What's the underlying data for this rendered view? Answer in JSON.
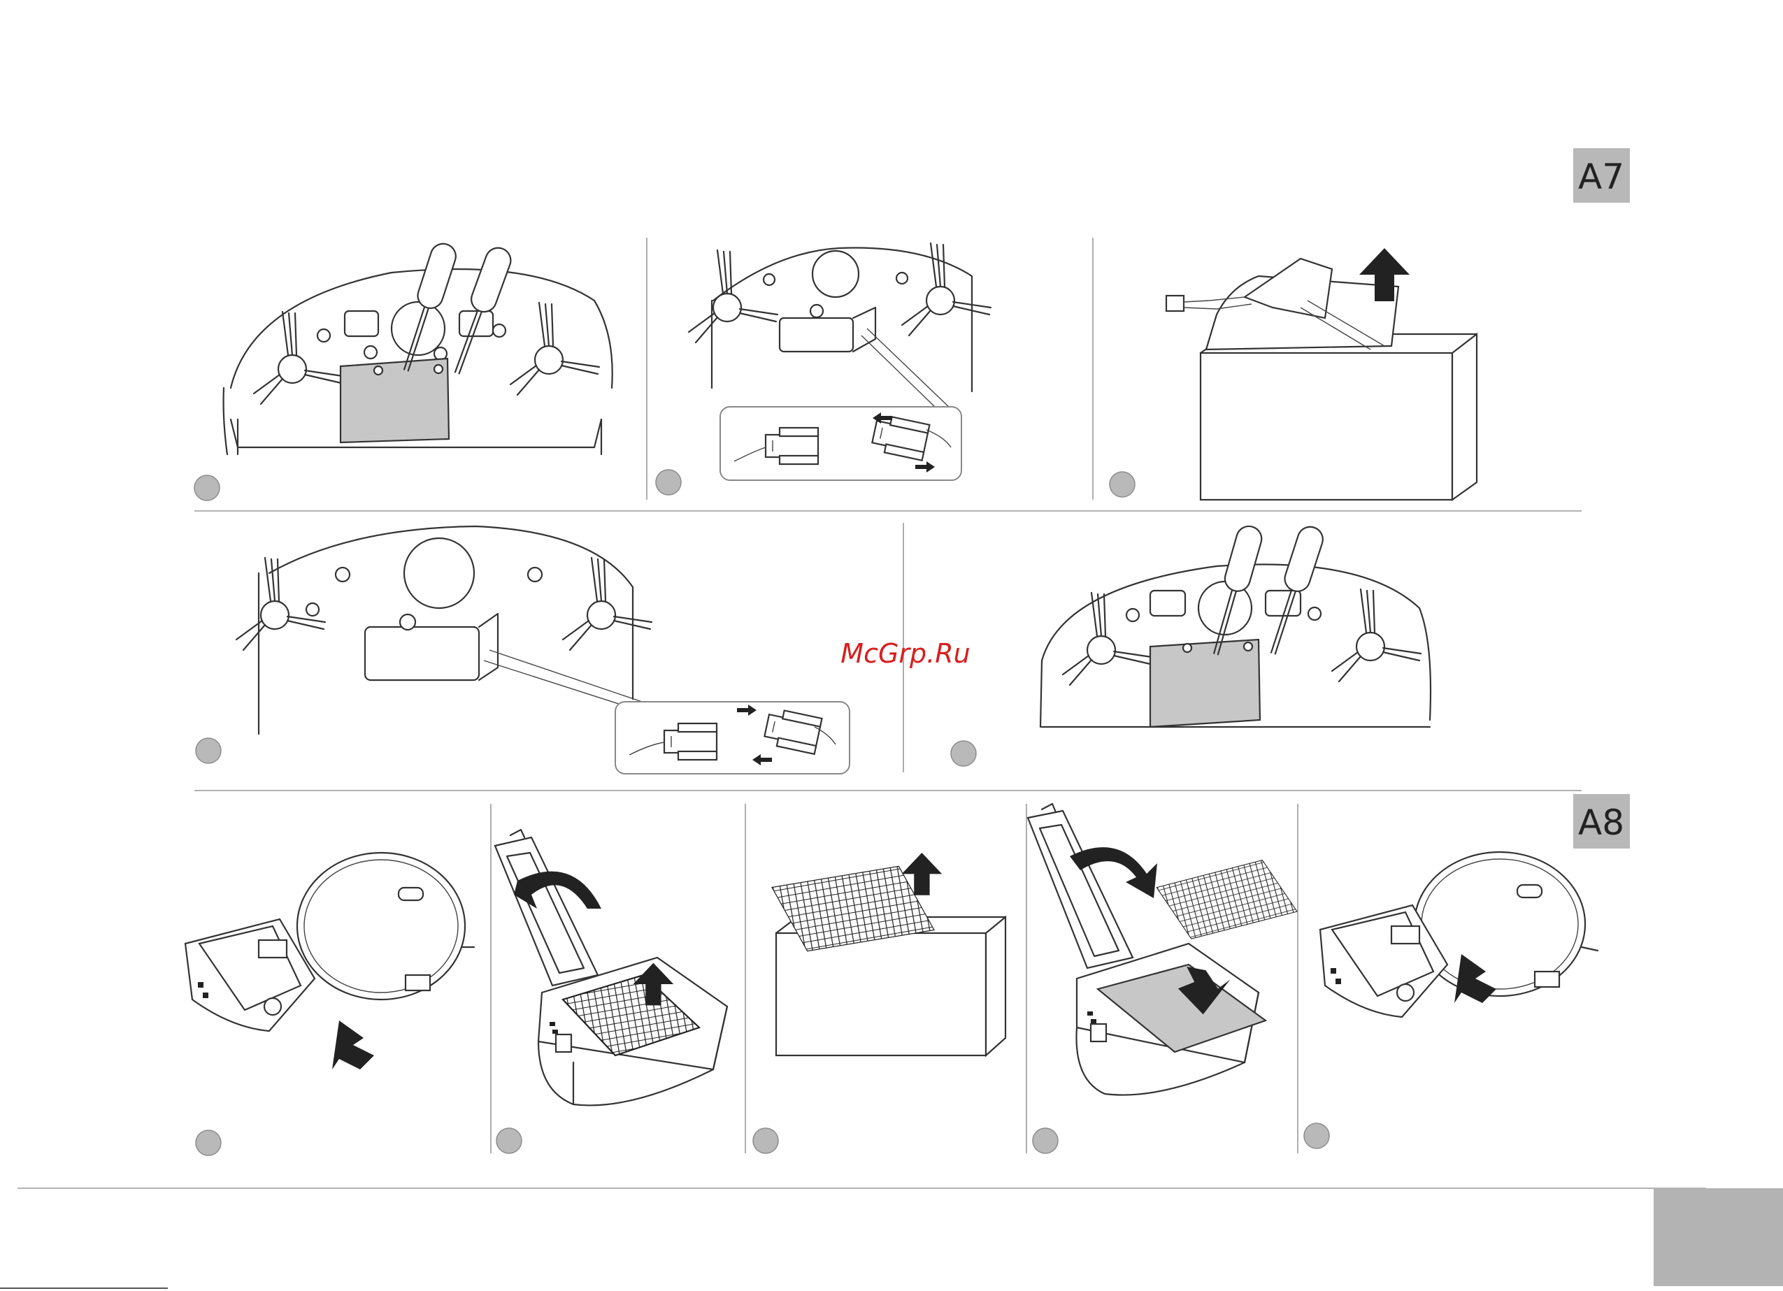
{
  "sections": {
    "a7": {
      "label": "A7",
      "color": "#b8b8b8"
    },
    "a8": {
      "label": "A8",
      "color": "#b8b8b8"
    }
  },
  "watermark": {
    "text": "McGrp.Ru",
    "color": "#d81e1e"
  },
  "panels": {
    "a7_step_1": "remove-battery-cover-screws",
    "a7_step_2": "disconnect-battery-plug",
    "a7_step_3": "lift-out-battery",
    "a7_step_4": "connect-new-battery-plug",
    "a7_step_5": "fasten-battery-cover-screws",
    "a8_step_1": "pull-out-dust-bin",
    "a8_step_2": "open-lid-lift-filter",
    "a8_step_3": "discard-old-filter",
    "a8_step_4": "insert-new-filter-close-lid",
    "a8_step_5": "push-in-dust-bin"
  },
  "colors": {
    "step_marker": "#b9b9b9",
    "cover_plate": "#c7c7c7",
    "page_tab": "#b3b3b3"
  }
}
